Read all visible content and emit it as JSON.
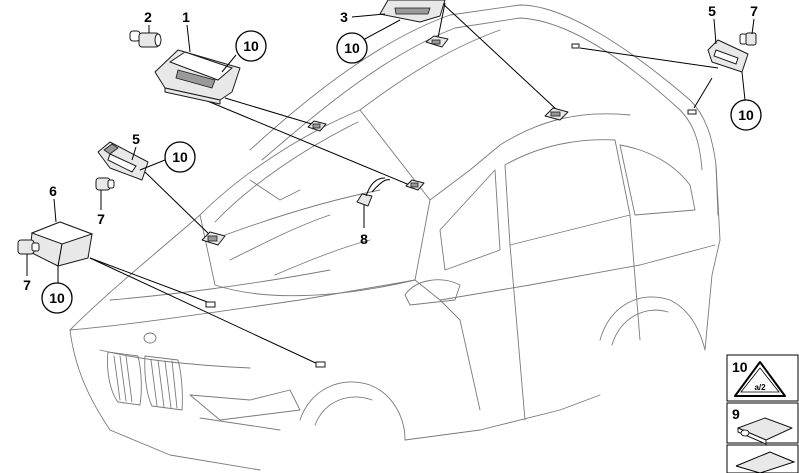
{
  "diagram": {
    "labels": {
      "part_1": "1",
      "part_2": "2",
      "part_3": "3",
      "part_5_right": "5",
      "part_7_right": "7",
      "part_5_left": "5",
      "part_6": "6",
      "part_7_left_a": "7",
      "part_7_left_b": "7",
      "part_8": "8",
      "circle_10_a": "10",
      "circle_10_b": "10",
      "circle_10_c": "10",
      "circle_10_d": "10",
      "circle_10_e": "10"
    },
    "legend": {
      "item_10": "10",
      "item_9": "9",
      "item_10_symbol": "a/2"
    },
    "colors": {
      "line": "#7a7a7a",
      "ink": "#000000",
      "part_fill": "#e8e8e8"
    }
  }
}
